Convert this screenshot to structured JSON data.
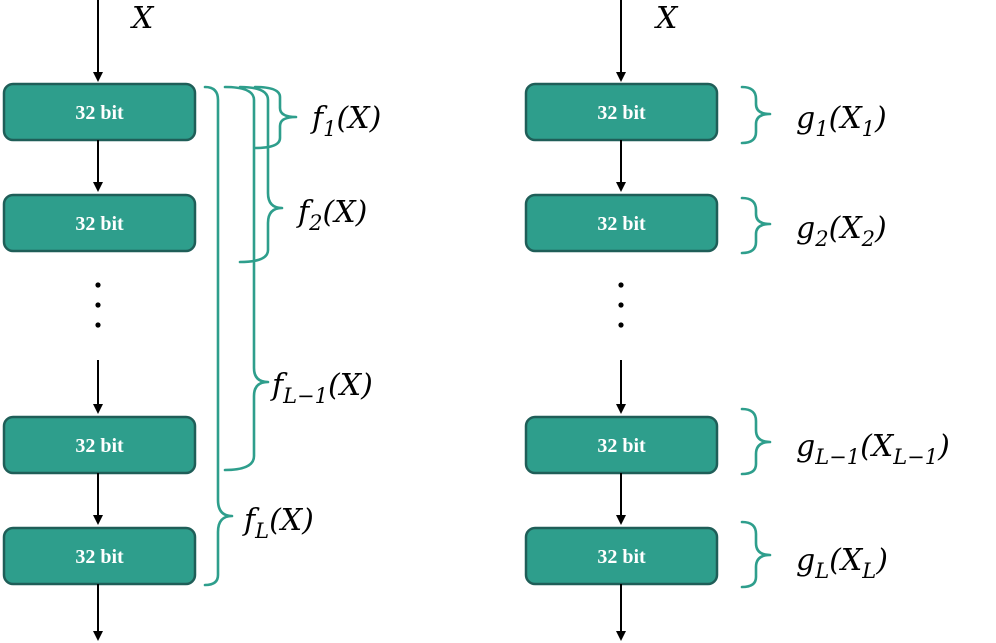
{
  "input_label": "X",
  "block_label": "32 bit",
  "left_column": {
    "blocks": [
      "32 bit",
      "32 bit",
      "32 bit",
      "32 bit"
    ],
    "functions": [
      {
        "name": "f",
        "sub": "1",
        "arg": "X",
        "arg_sub": ""
      },
      {
        "name": "f",
        "sub": "2",
        "arg": "X",
        "arg_sub": ""
      },
      {
        "name": "f",
        "sub": "L−1",
        "arg": "X",
        "arg_sub": ""
      },
      {
        "name": "f",
        "sub": "L",
        "arg": "X",
        "arg_sub": ""
      }
    ]
  },
  "right_column": {
    "blocks": [
      "32 bit",
      "32 bit",
      "32 bit",
      "32 bit"
    ],
    "functions": [
      {
        "name": "g",
        "sub": "1",
        "arg": "X",
        "arg_sub": "1"
      },
      {
        "name": "g",
        "sub": "2",
        "arg": "X",
        "arg_sub": "2"
      },
      {
        "name": "g",
        "sub": "L−1",
        "arg": "X",
        "arg_sub": "L−1"
      },
      {
        "name": "g",
        "sub": "L",
        "arg": "X",
        "arg_sub": "L"
      }
    ]
  },
  "colors": {
    "block_fill": "#2e9e8c",
    "block_stroke": "#1f5e58",
    "brace": "#2e9e8c"
  }
}
